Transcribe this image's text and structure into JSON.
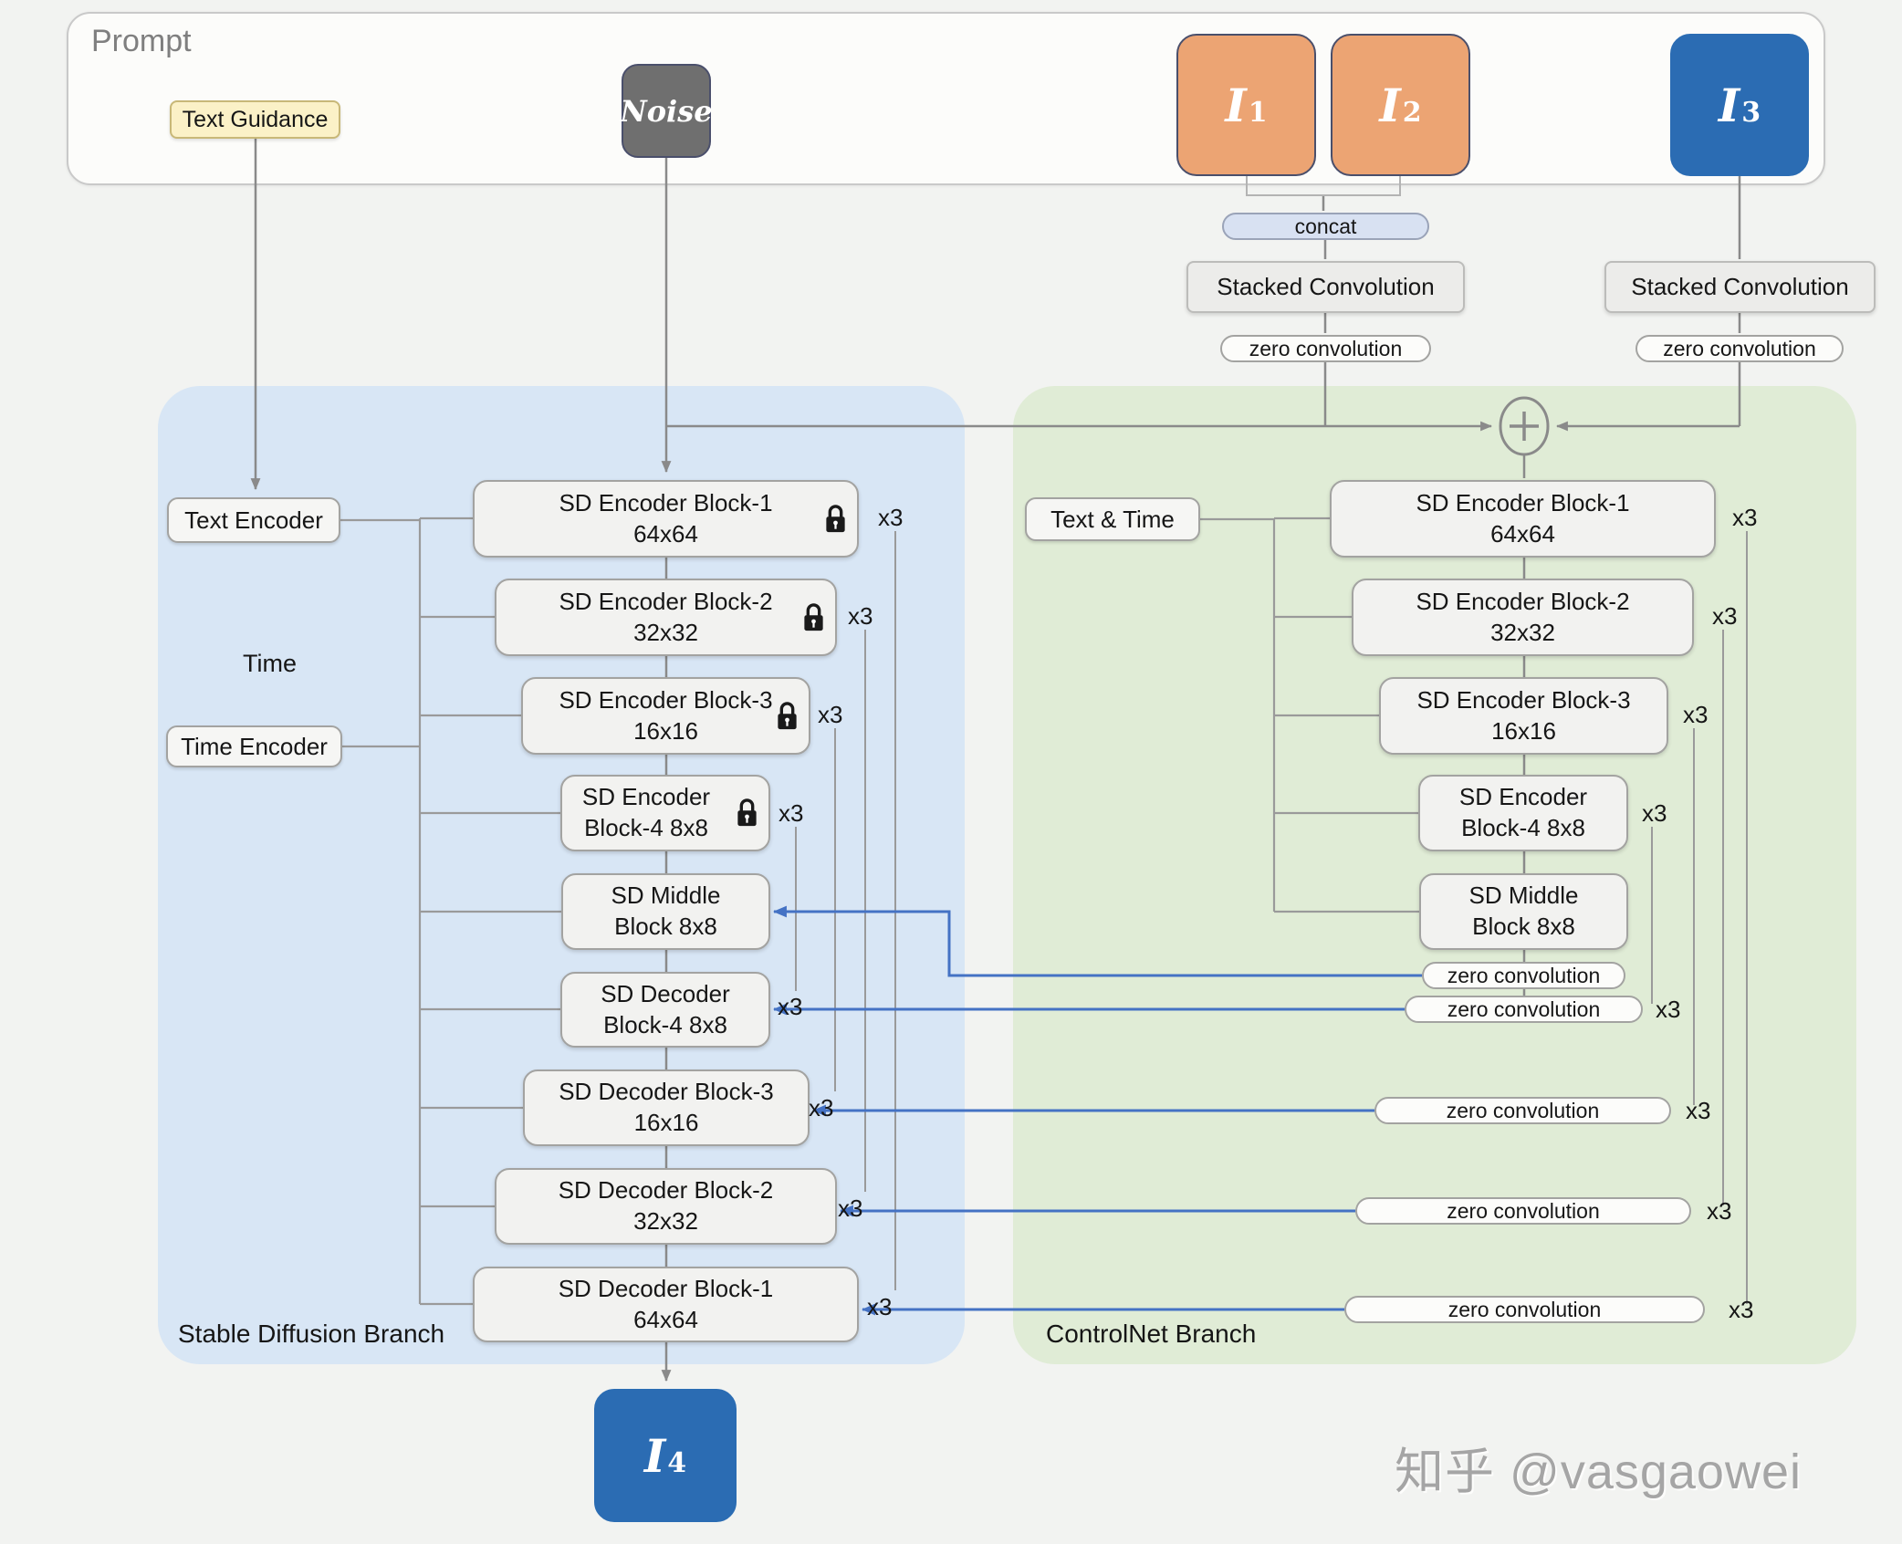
{
  "page": {
    "watermark": "知乎 @vasgaowei"
  },
  "prompt_panel": {
    "label": "Prompt",
    "text_guidance": "Text Guidance",
    "noise": "Noise"
  },
  "inputs": {
    "i1": {
      "base": "I",
      "sub": "1"
    },
    "i2": {
      "base": "I",
      "sub": "2"
    },
    "i3": {
      "base": "I",
      "sub": "3"
    },
    "i4": {
      "base": "I",
      "sub": "4"
    }
  },
  "preprocess": {
    "concat": "concat",
    "left": {
      "stacked": "Stacked Convolution",
      "zero": "zero convolution"
    },
    "right": {
      "stacked": "Stacked Convolution",
      "zero": "zero convolution"
    }
  },
  "sd_branch": {
    "title": "Stable Diffusion Branch",
    "text_encoder": "Text Encoder",
    "time_label": "Time",
    "time_encoder": "Time Encoder",
    "blocks": [
      {
        "line1": "SD Encoder Block-1",
        "line2": "64x64",
        "repeat": "x3"
      },
      {
        "line1": "SD Encoder Block-2",
        "line2": "32x32",
        "repeat": "x3"
      },
      {
        "line1": "SD Encoder Block-3",
        "line2": "16x16",
        "repeat": "x3"
      },
      {
        "line1": "SD Encoder",
        "line2": "Block-4 8x8",
        "repeat": "x3"
      },
      {
        "line1": "SD Middle",
        "line2": "Block 8x8",
        "repeat": ""
      },
      {
        "line1": "SD Decoder",
        "line2": "Block-4 8x8",
        "repeat": "x3"
      },
      {
        "line1": "SD Decoder Block-3",
        "line2": "16x16",
        "repeat": "x3"
      },
      {
        "line1": "SD Decoder Block-2",
        "line2": "32x32",
        "repeat": "x3"
      },
      {
        "line1": "SD Decoder Block-1",
        "line2": "64x64",
        "repeat": "x3"
      }
    ]
  },
  "controlnet_branch": {
    "title": "ControlNet Branch",
    "text_time": "Text & Time",
    "blocks": [
      {
        "line1": "SD Encoder Block-1",
        "line2": "64x64",
        "repeat": "x3"
      },
      {
        "line1": "SD Encoder Block-2",
        "line2": "32x32",
        "repeat": "x3"
      },
      {
        "line1": "SD Encoder Block-3",
        "line2": "16x16",
        "repeat": "x3"
      },
      {
        "line1": "SD Encoder",
        "line2": "Block-4 8x8",
        "repeat": "x3"
      },
      {
        "line1": "SD Middle",
        "line2": "Block 8x8",
        "repeat": ""
      }
    ],
    "zero_convs": [
      {
        "label": "zero convolution",
        "repeat": ""
      },
      {
        "label": "zero convolution",
        "repeat": "x3"
      },
      {
        "label": "zero convolution",
        "repeat": "x3"
      },
      {
        "label": "zero convolution",
        "repeat": "x3"
      },
      {
        "label": "zero convolution",
        "repeat": "x3"
      }
    ]
  }
}
